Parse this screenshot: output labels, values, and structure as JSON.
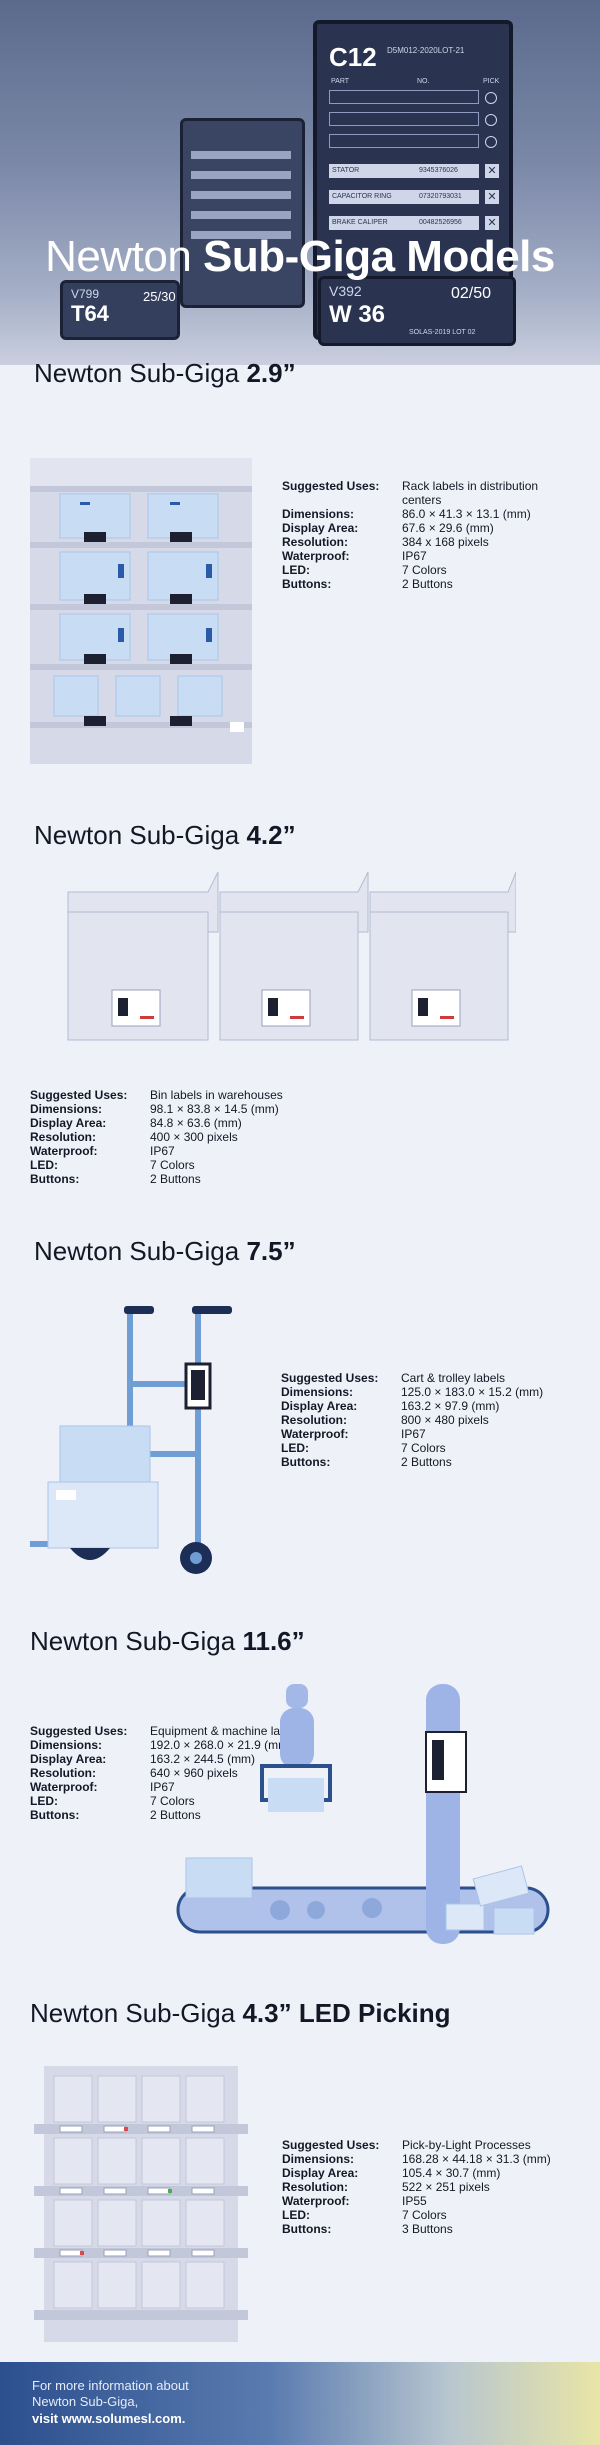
{
  "hero": {
    "title_light": "Newton ",
    "title_bold": "Sub-Giga Models",
    "tag_big": {
      "code": "C12",
      "serial": "D5M012-2020LOT-21",
      "col_part": "PART",
      "col_no": "NO.",
      "col_pick": "PICK",
      "rows": [
        {
          "part": "STATOR",
          "no": "9345376026"
        },
        {
          "part": "CAPACITOR RING",
          "no": "07320793031"
        },
        {
          "part": "BRAKE CALIPER",
          "no": "00482526956"
        }
      ]
    },
    "tag_left": {
      "code1": "V799",
      "code2": "T64",
      "count": "25",
      "total": "30"
    },
    "tag_right": {
      "code1": "V392",
      "code2": "W 36",
      "count": "02",
      "total": "50",
      "lot": "SOLAS-2019 LOT 02"
    }
  },
  "sections": [
    {
      "title_light": "Newton Sub-Giga ",
      "title_bold": "2.9”",
      "specs": [
        {
          "k": "Suggested Uses:",
          "v": "Rack labels in distribution centers"
        },
        {
          "k": "Dimensions:",
          "v": "86.0 × 41.3 × 13.1 (mm)"
        },
        {
          "k": "Display Area:",
          "v": "67.6 × 29.6 (mm)"
        },
        {
          "k": "Resolution:",
          "v": "384 x 168 pixels"
        },
        {
          "k": "Waterproof:",
          "v": "IP67"
        },
        {
          "k": "LED:",
          "v": "7 Colors"
        },
        {
          "k": "Buttons:",
          "v": "2 Buttons"
        }
      ]
    },
    {
      "title_light": "Newton Sub-Giga ",
      "title_bold": "4.2”",
      "specs": [
        {
          "k": "Suggested Uses:",
          "v": "Bin labels in warehouses"
        },
        {
          "k": "Dimensions:",
          "v": "98.1 × 83.8 × 14.5 (mm)"
        },
        {
          "k": "Display Area:",
          "v": "84.8 × 63.6 (mm)"
        },
        {
          "k": "Resolution:",
          "v": "400 × 300 pixels"
        },
        {
          "k": "Waterproof:",
          "v": "IP67"
        },
        {
          "k": "LED:",
          "v": "7 Colors"
        },
        {
          "k": "Buttons:",
          "v": "2 Buttons"
        }
      ]
    },
    {
      "title_light": "Newton Sub-Giga ",
      "title_bold": "7.5”",
      "specs": [
        {
          "k": "Suggested Uses:",
          "v": "Cart & trolley labels"
        },
        {
          "k": "Dimensions:",
          "v": "125.0 × 183.0 × 15.2 (mm)"
        },
        {
          "k": "Display Area:",
          "v": "163.2 × 97.9 (mm)"
        },
        {
          "k": "Resolution:",
          "v": "800 × 480 pixels"
        },
        {
          "k": "Waterproof:",
          "v": "IP67"
        },
        {
          "k": "LED:",
          "v": "7 Colors"
        },
        {
          "k": "Buttons:",
          "v": "2 Buttons"
        }
      ]
    },
    {
      "title_light": "Newton Sub-Giga ",
      "title_bold": "11.6”",
      "specs": [
        {
          "k": "Suggested Uses:",
          "v": "Equipment & machine labels"
        },
        {
          "k": "Dimensions:",
          "v": "192.0 × 268.0 × 21.9 (mm)"
        },
        {
          "k": "Display Area:",
          "v": "163.2 × 244.5 (mm)"
        },
        {
          "k": "Resolution:",
          "v": " 640 × 960 pixels"
        },
        {
          "k": "Waterproof:",
          "v": "IP67"
        },
        {
          "k": "LED:",
          "v": "7 Colors"
        },
        {
          "k": "Buttons:",
          "v": "2 Buttons"
        }
      ]
    },
    {
      "title_light": "Newton Sub-Giga ",
      "title_bold": "4.3” LED Picking",
      "specs": [
        {
          "k": "Suggested Uses:",
          "v": "Pick-by-Light Processes"
        },
        {
          "k": "Dimensions:",
          "v": "168.28 × 44.18 × 31.3 (mm)"
        },
        {
          "k": "Display Area:",
          "v": "105.4 × 30.7 (mm)"
        },
        {
          "k": "Resolution:",
          "v": "522 × 251 pixels"
        },
        {
          "k": "Waterproof:",
          "v": "IP55"
        },
        {
          "k": "LED:",
          "v": "7 Colors"
        },
        {
          "k": "Buttons:",
          "v": "3 Buttons"
        }
      ]
    }
  ],
  "footer": {
    "line1": "For more information about",
    "line2": "Newton Sub-Giga,",
    "line3": "visit www.solumesl.com."
  },
  "colors": {
    "accent": "#2c4f8e",
    "label_blue": "#c8dcf4",
    "illus_grey": "#d6dae8"
  }
}
